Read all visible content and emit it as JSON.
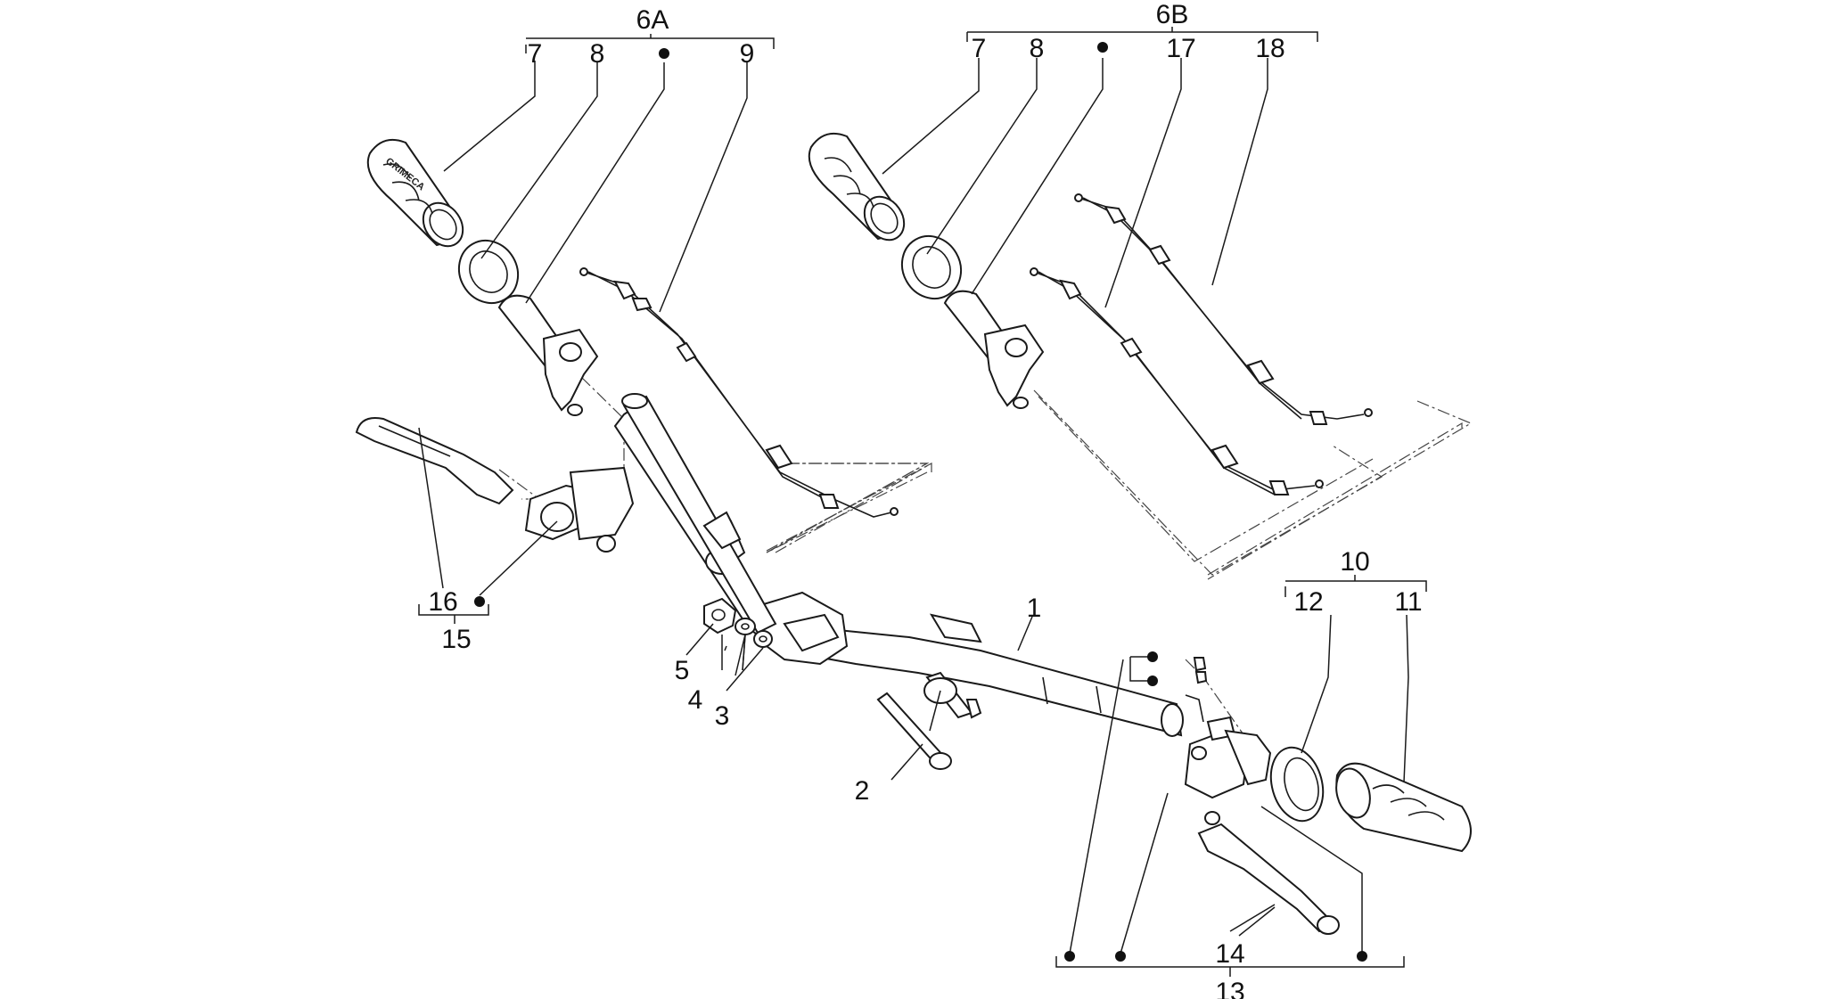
{
  "labels": {
    "l1": "1",
    "l2": "2",
    "l3": "3",
    "l4": "4",
    "l5": "5",
    "l6a": "6A",
    "l6b": "6B",
    "l7a": "7",
    "l8a": "8",
    "l9": "9",
    "l7b": "7",
    "l8b": "8",
    "l17": "17",
    "l18": "18",
    "l10": "10",
    "l11": "11",
    "l12": "12",
    "l13": "13",
    "l14": "14",
    "l15": "15",
    "l16": "16"
  },
  "grip_logo": "GRIMECA"
}
